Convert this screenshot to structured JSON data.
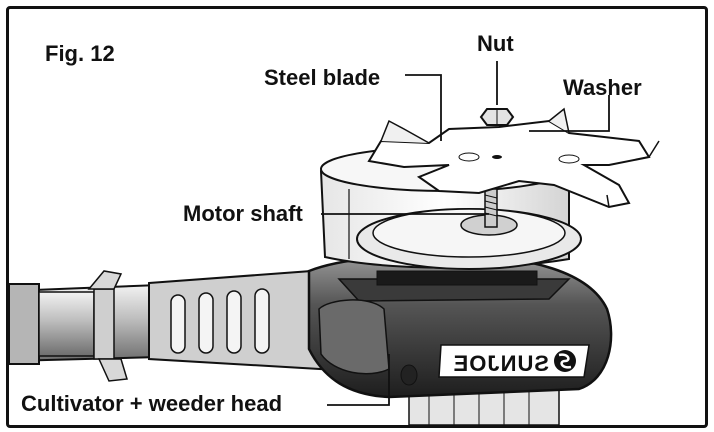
{
  "figure": {
    "title": "Fig. 12",
    "labels": {
      "nut": "Nut",
      "steel_blade": "Steel blade",
      "washer": "Washer",
      "motor_shaft": "Motor shaft",
      "cultivator_head": "Cultivator + weeder head"
    },
    "brand": "SUNJOE"
  },
  "colors": {
    "line": "#111111",
    "housing_dark": "#2b2b2b",
    "housing_mid": "#8a8a8a",
    "housing_light": "#d9d9d9",
    "background": "#ffffff"
  }
}
